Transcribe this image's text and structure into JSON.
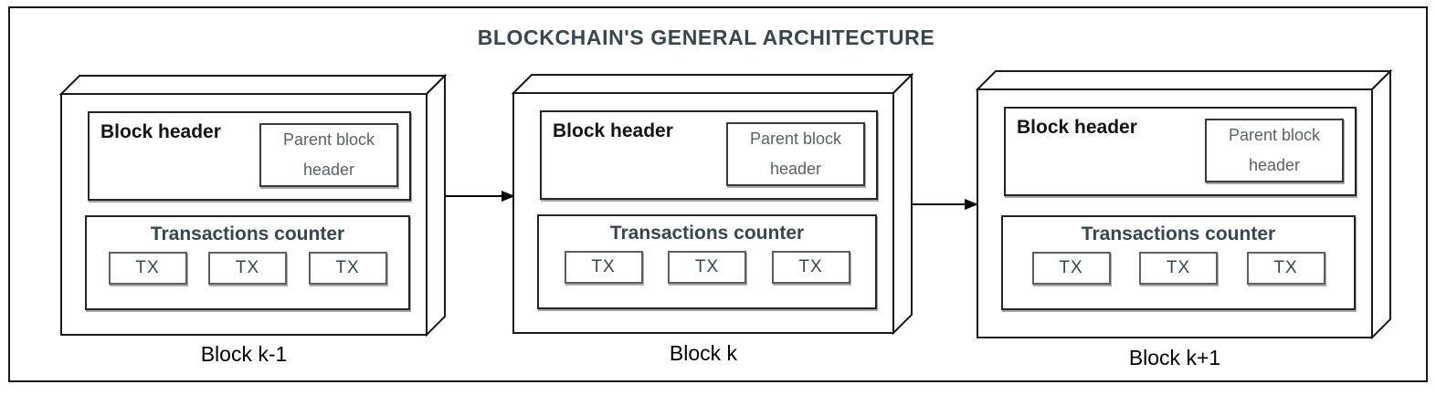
{
  "title": "BLOCKCHAIN'S GENERAL ARCHITECTURE",
  "blocks": [
    {
      "label": "Block k-1",
      "header": "Block header",
      "parent_header": "Parent block header",
      "counter": "Transactions counter",
      "transactions": [
        "TX",
        "TX",
        "TX"
      ]
    },
    {
      "label": "Block k",
      "header": "Block header",
      "parent_header": "Parent block header",
      "counter": "Transactions counter",
      "transactions": [
        "TX",
        "TX",
        "TX"
      ]
    },
    {
      "label": "Block k+1",
      "header": "Block header",
      "parent_header": "Parent block header",
      "counter": "Transactions counter",
      "transactions": [
        "TX",
        "TX",
        "TX"
      ]
    }
  ],
  "colors": {
    "outline": "#1a1a1a",
    "title_text": "#37474f",
    "secondary_text": "#5a6268",
    "box_shadow": "#a6a6a6"
  }
}
